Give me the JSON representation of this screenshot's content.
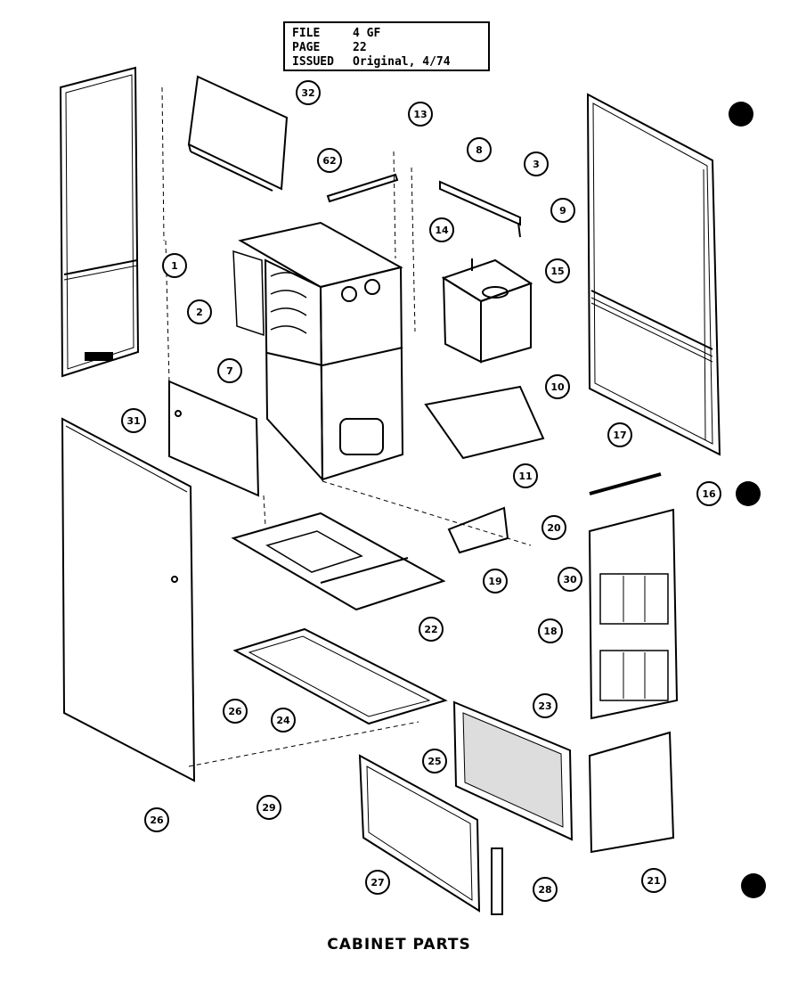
{
  "header": {
    "rows": [
      {
        "key": "FILE",
        "value": "4 GF"
      },
      {
        "key": "PAGE",
        "value": "22"
      },
      {
        "key": "ISSUED",
        "value": "Original, 4/74"
      }
    ]
  },
  "title": "CABINET PARTS",
  "callouts": [
    "32",
    "13",
    "62",
    "8",
    "3",
    "9",
    "14",
    "15",
    "1",
    "2",
    "7",
    "10",
    "31",
    "11",
    "17",
    "16",
    "20",
    "19",
    "30",
    "22",
    "18",
    "24",
    "26",
    "23",
    "25",
    "29",
    "26",
    "27",
    "28",
    "21"
  ]
}
